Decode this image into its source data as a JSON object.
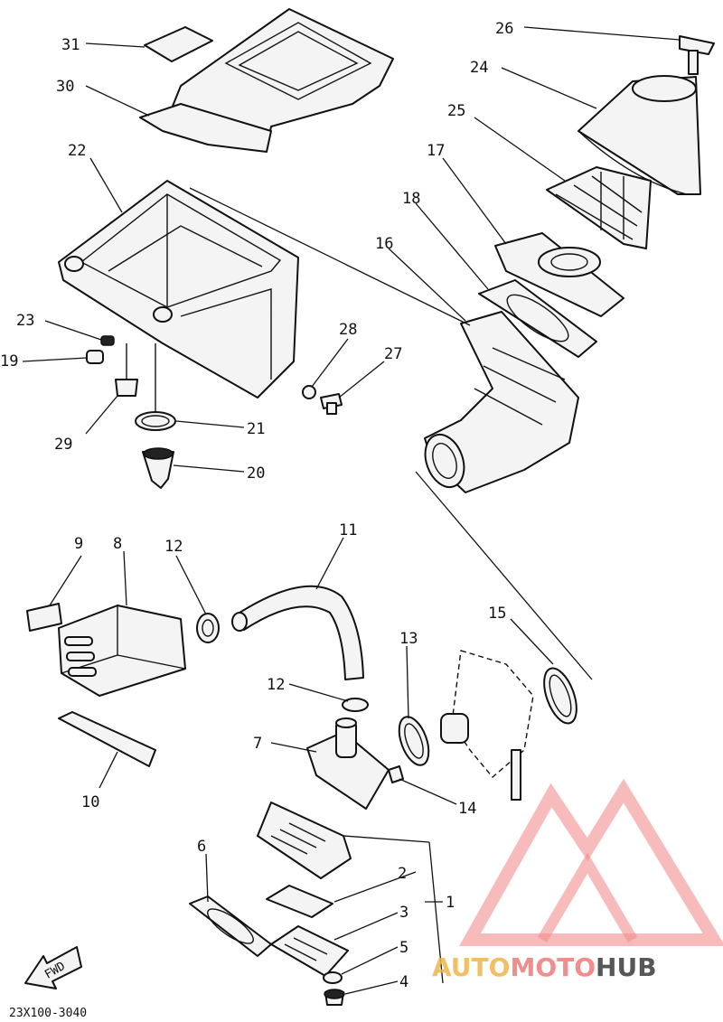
{
  "diagram": {
    "part_numbers": [
      "1",
      "2",
      "3",
      "4",
      "5",
      "6",
      "7",
      "8",
      "9",
      "10",
      "11",
      "12",
      "12",
      "13",
      "14",
      "15",
      "16",
      "17",
      "18",
      "19",
      "20",
      "21",
      "22",
      "23",
      "24",
      "25",
      "26",
      "27",
      "28",
      "29",
      "30",
      "31"
    ],
    "fwd_label": "FWD",
    "drawing_code": "23X100-3040"
  },
  "watermark": {
    "part1": "AUTO",
    "part2": "MOTO",
    "part3": "HUB",
    "colors": {
      "primary": "#f07a7a",
      "secondary": "#f0b44a",
      "dark": "#3a3a3a"
    }
  }
}
